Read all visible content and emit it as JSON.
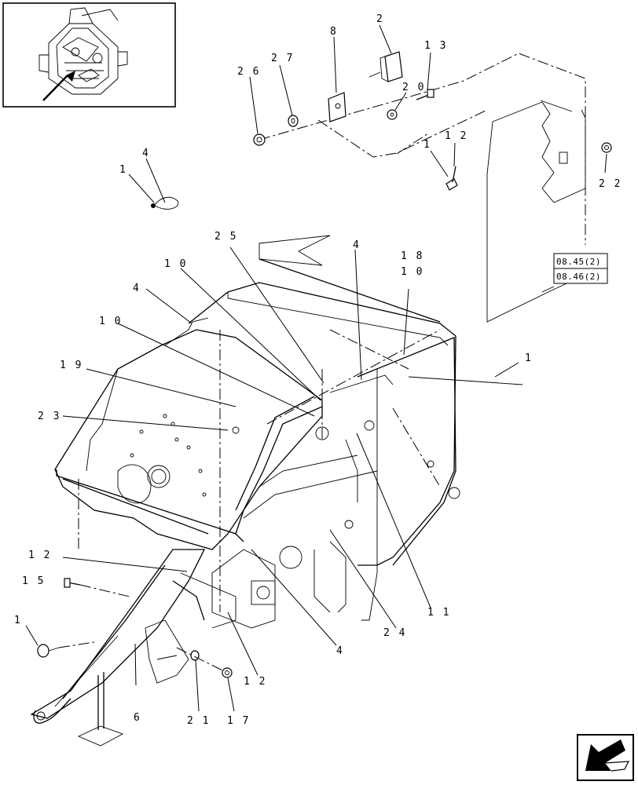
{
  "callouts": [
    {
      "id": "c26",
      "text": "2 6"
    },
    {
      "id": "c27",
      "text": "2 7"
    },
    {
      "id": "c8",
      "text": "8"
    },
    {
      "id": "c2",
      "text": "2"
    },
    {
      "id": "c13",
      "text": "1 3"
    },
    {
      "id": "c20",
      "text": "2 0"
    },
    {
      "id": "c1a",
      "text": "1"
    },
    {
      "id": "c12a",
      "text": "1 2"
    },
    {
      "id": "c22",
      "text": "2 2"
    },
    {
      "id": "c4a",
      "text": "4"
    },
    {
      "id": "c1b",
      "text": "1"
    },
    {
      "id": "c25",
      "text": "2 5"
    },
    {
      "id": "c10a",
      "text": "1 0"
    },
    {
      "id": "c4b",
      "text": "4"
    },
    {
      "id": "c4c",
      "text": "4"
    },
    {
      "id": "c18",
      "text": "1 8"
    },
    {
      "id": "c10b",
      "text": "1 0"
    },
    {
      "id": "c10c",
      "text": "1 0"
    },
    {
      "id": "c19",
      "text": "1 9"
    },
    {
      "id": "c1c",
      "text": "1"
    },
    {
      "id": "c23",
      "text": "2 3"
    },
    {
      "id": "c12b",
      "text": "1 2"
    },
    {
      "id": "c15",
      "text": "1 5"
    },
    {
      "id": "c1d",
      "text": "1"
    },
    {
      "id": "c11",
      "text": "1 1"
    },
    {
      "id": "c24",
      "text": "2 4"
    },
    {
      "id": "c4d",
      "text": "4"
    },
    {
      "id": "c12c",
      "text": "1 2"
    },
    {
      "id": "c6",
      "text": "6"
    },
    {
      "id": "c21",
      "text": "2 1"
    },
    {
      "id": "c17",
      "text": "1 7"
    }
  ],
  "references": [
    "08.45(2)",
    "08.46(2)"
  ],
  "icons": {
    "overview": "machine-overview-icon",
    "navigation": "previous-page-arrow-icon"
  }
}
